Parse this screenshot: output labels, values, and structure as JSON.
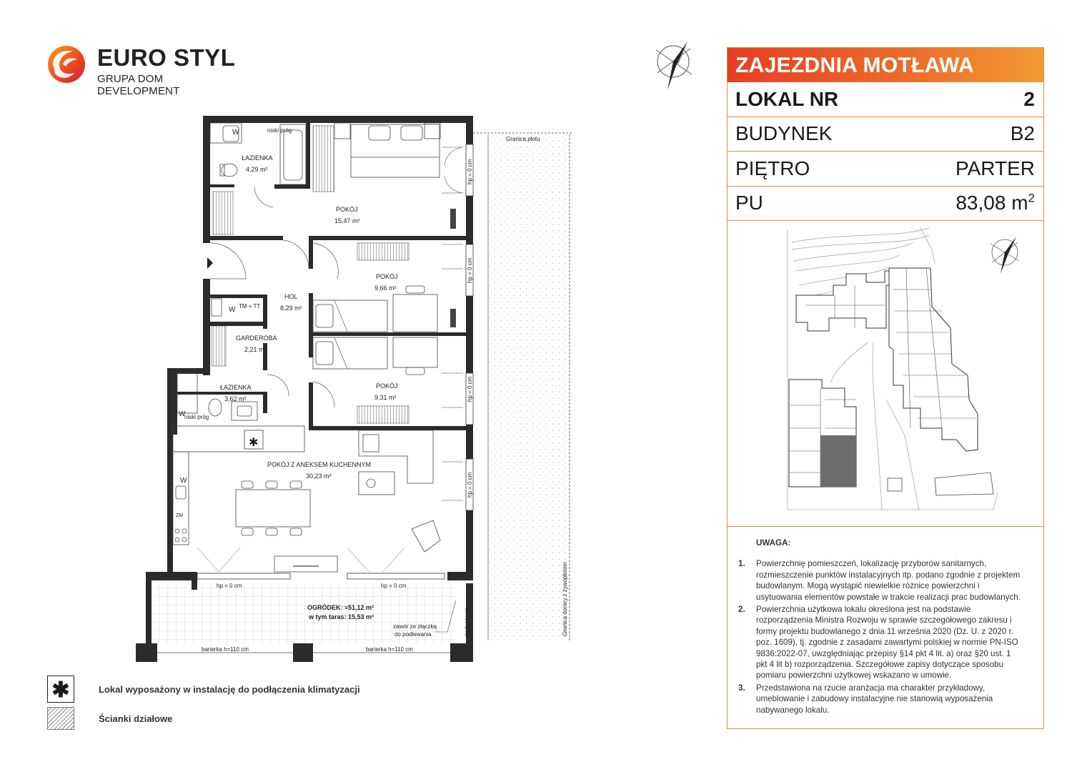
{
  "brand": {
    "name": "EURO STYL",
    "subtitle": "GRUPA DOM DEVELOPMENT"
  },
  "colors": {
    "accent_start": "#e63f24",
    "accent_end": "#f39a33",
    "border": "#e8893a",
    "wall": "#2b2b2b",
    "highlight_unit": "#6d6d6d"
  },
  "panel": {
    "project": "ZAJEZDNIA MOTŁAWA",
    "rows": [
      {
        "label": "LOKAL NR",
        "value": "2"
      },
      {
        "label": "BUDYNEK",
        "value": "B2"
      },
      {
        "label": "PIĘTRO",
        "value": "PARTER"
      },
      {
        "label": "PU",
        "value": "83,08 m",
        "unit_sup": "2"
      }
    ]
  },
  "notes": {
    "heading": "UWAGA:",
    "items": [
      {
        "num": "1.",
        "text": "Powierzchnię pomieszczeń, lokalizację przyborów sanitarnych, rozmieszczenie  punktów instalacyjnych itp. podano zgodnie z projektem budowlanym. Mogą wystąpić niewielkie różnice powierzchni i usytuowania elementów powstałe w trakcie realizacji prac budowlanych."
      },
      {
        "num": "2.",
        "text": "Powierzchnia użytkowa lokalu określona jest na podstawie rozporządzenia Ministra Rozwoju w sprawie szczegółowego zakresu i formy projektu budowlanego z dnia 11 września 2020 (Dz. U. z 2020 r. poz. 1609), tj. zgodnie z zasadami zawartymi polskiej w normie PN-ISO 9836:2022-07, uwzględniając przepisy §14 pkt 4 lit. a) oraz §20 ust. 1 pkt 4 lit b) rozporządzenia. Szczegółowe zapisy dotyczące sposobu pomiaru powierzchni użytkowej wskazano w umowie."
      },
      {
        "num": "3.",
        "text": "Przedstawiona na rzucie aranżacja ma charakter przykładowy, umeblowanie i zabudowy instalacyjne nie stanowią wyposażenia nabywanego lokalu."
      }
    ]
  },
  "legend": {
    "ac_symbol": "✱",
    "ac_text": "Lokal wyposażony w instalację do podłączenia klimatyzacji",
    "walls_text": "Ścianki działowe"
  },
  "plan": {
    "rooms": {
      "bath1_name": "ŁAZIENKA",
      "bath1_area": "4,29 m²",
      "bed1_name": "POKÓJ",
      "bed1_area": "15,47 m²",
      "hall_name": "HOL",
      "hall_area": "8,29 m²",
      "bed2_name": "POKÓJ",
      "bed2_area": "9,66 m²",
      "wardrobe_name": "GARDEROBA",
      "wardrobe_area": "2,21 m²",
      "bath2_name": "ŁAZIENKA",
      "bath2_area": "3,62 m²",
      "bed3_name": "POKÓJ",
      "bed3_area": "9,31 m²",
      "living_name": "POKÓJ Z ANEKSEM KUCHENNYM",
      "living_area": "30,23 m²"
    },
    "garden_area": "OGRÓDEK: ≈51,12 m²",
    "terrace_area": "w tym taras: 15,53 m²",
    "fence_label": "Granica płotu",
    "hedge_label": "Granica donicy z żywopłotem",
    "valve_label_1": "zawór ze złączką",
    "valve_label_2": "do podlewania",
    "plant_label": "zadaszenia",
    "threshold_label": "niski próg",
    "hp_label": "hp = 0 cm",
    "barrier_label": "barierka h=110 cm",
    "w_mark": "W",
    "tm_mark": "TM + TT",
    "zm_mark": "ZM"
  }
}
